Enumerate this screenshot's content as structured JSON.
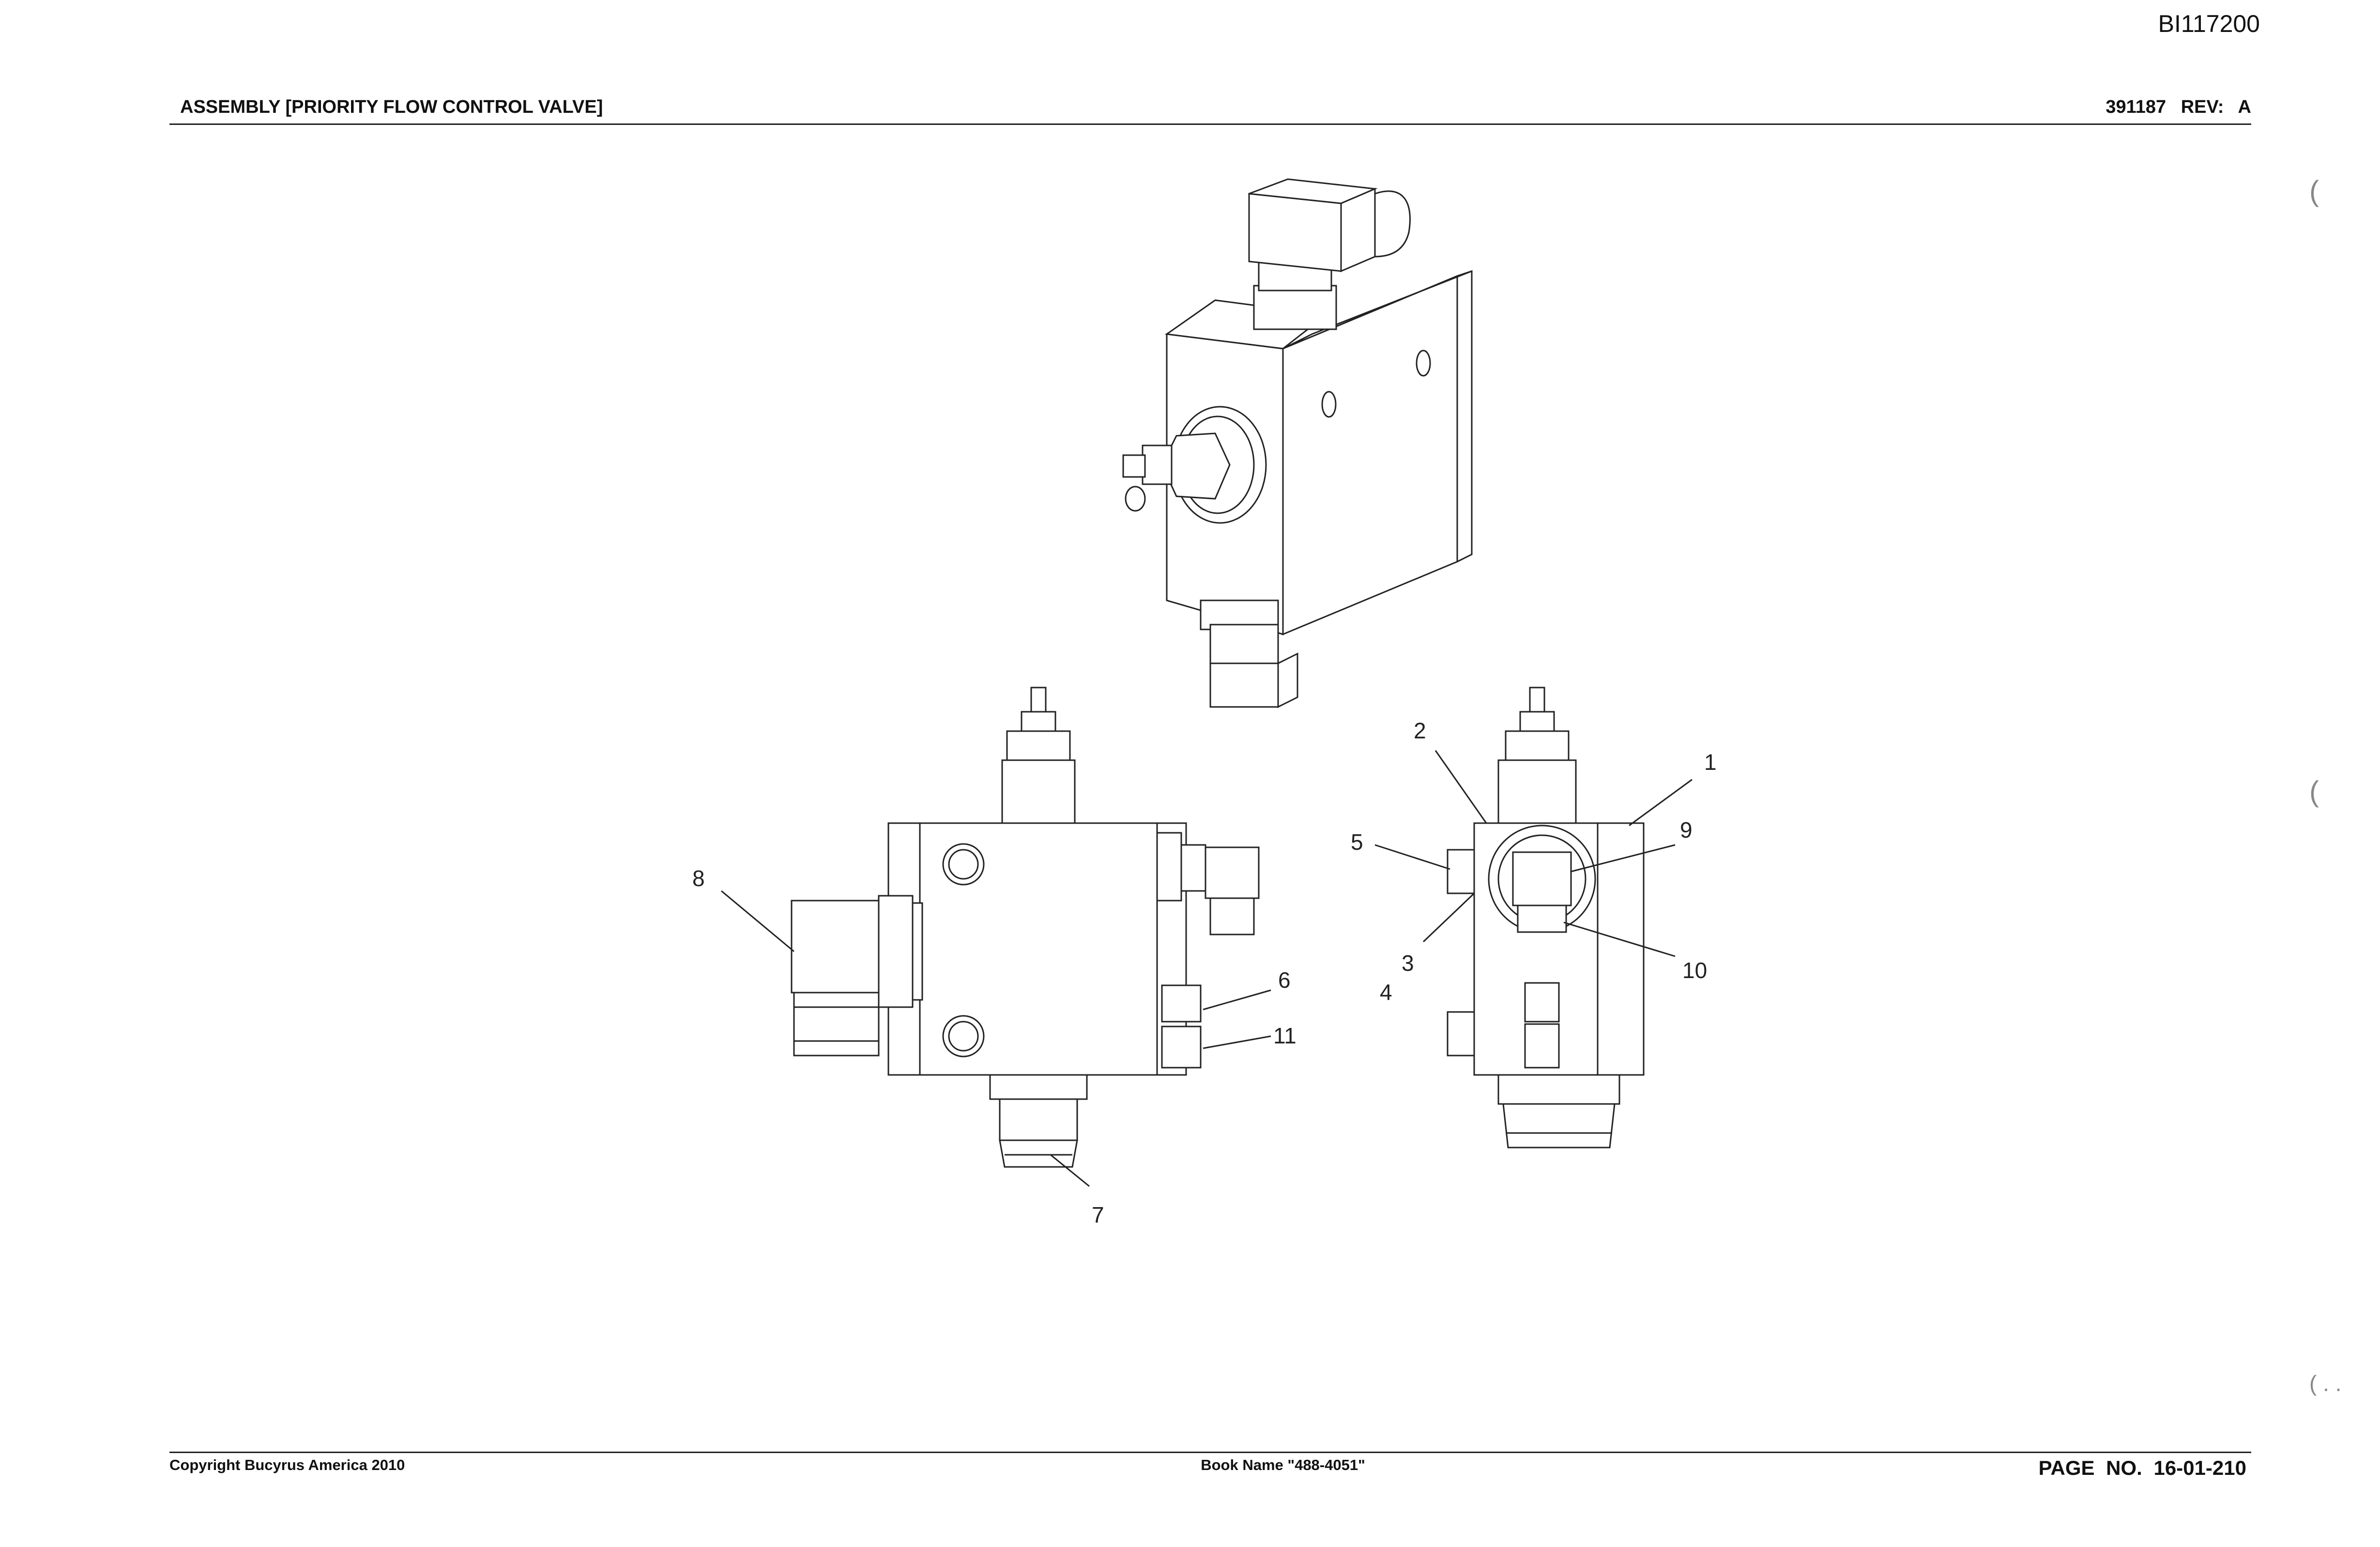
{
  "doc_id": "BI117200",
  "header": {
    "title": "ASSEMBLY [PRIORITY FLOW CONTROL VALVE]",
    "part_number": "391187",
    "rev_label": "REV:",
    "rev_value": "A"
  },
  "callouts": {
    "c1": "1",
    "c2": "2",
    "c3": "3",
    "c4": "4",
    "c5": "5",
    "c6": "6",
    "c7": "7",
    "c8": "8",
    "c9": "9",
    "c10": "10",
    "c11": "11"
  },
  "footer": {
    "copyright": "Copyright Bucyrus America 2010",
    "book_name": "Book Name \"488-4051\"",
    "page_label": "PAGE NO.",
    "page_value": "16-01-210"
  },
  "margin_marks": {
    "m1": "(",
    "m2": "(",
    "m3": "( . ."
  }
}
